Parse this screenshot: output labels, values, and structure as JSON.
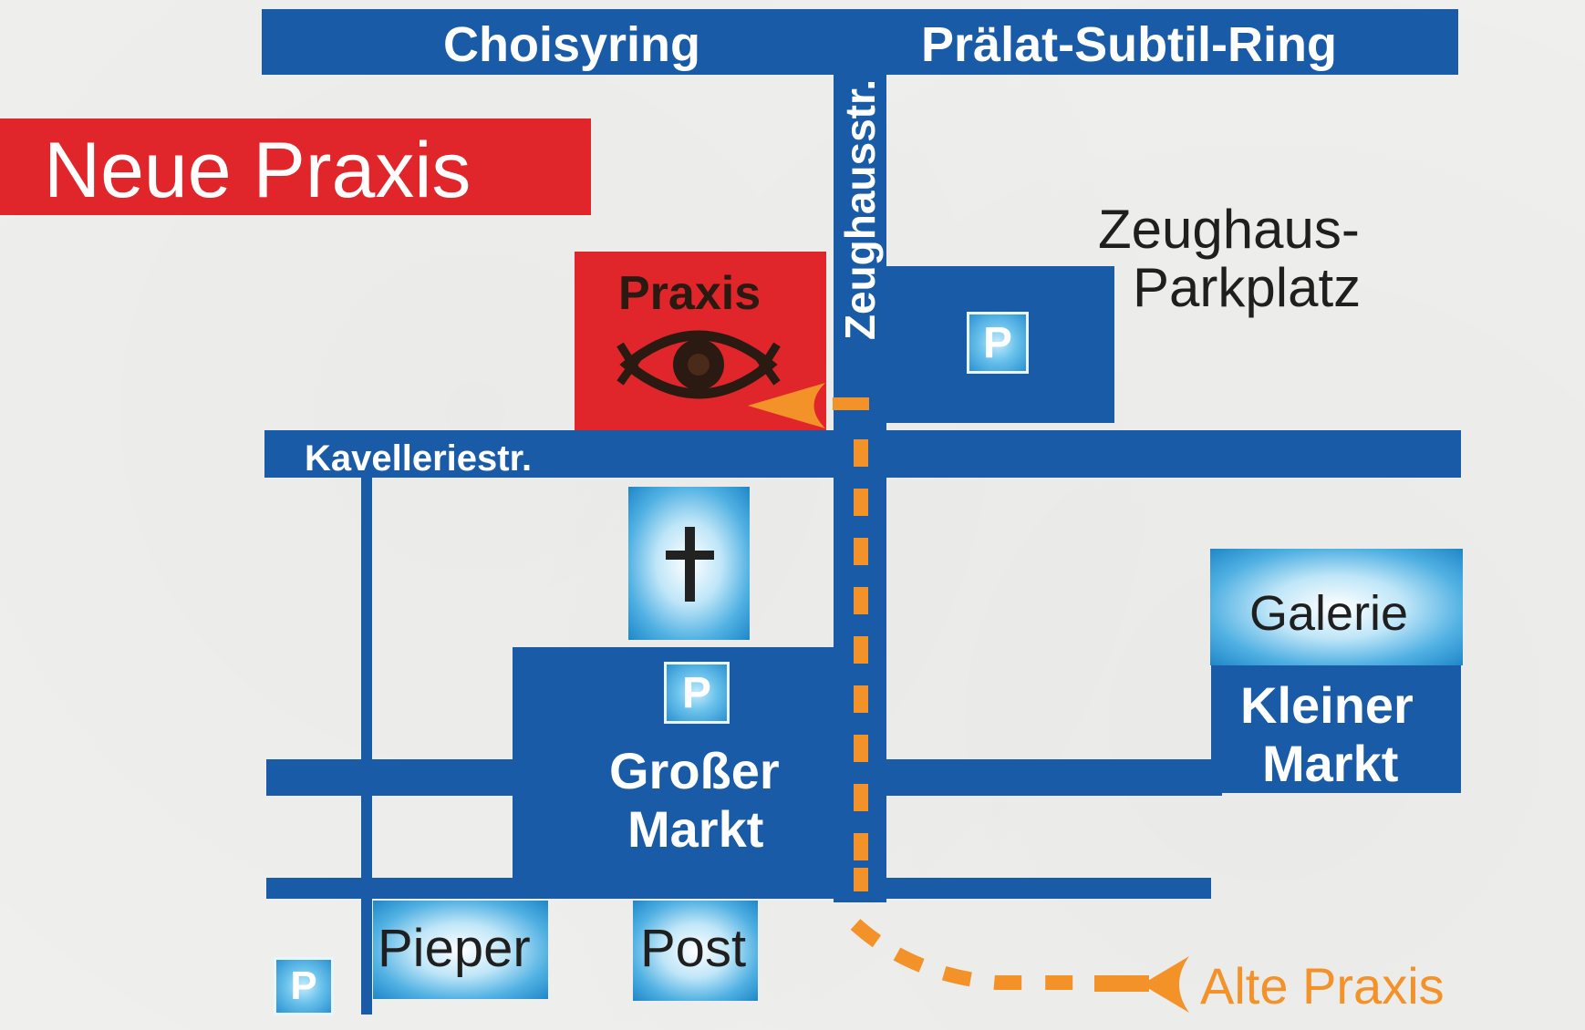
{
  "banner": {
    "title": "Neue Praxis",
    "color": "#e0262b"
  },
  "streets": {
    "top_left": "Choisyring",
    "top_right": "Prälat-Subtil-Ring",
    "vertical": "Zeughausstr.",
    "kavallerie": "Kavelleriestr."
  },
  "practice": {
    "label": "Praxis",
    "icon": "eye-icon",
    "color": "#e0262b"
  },
  "parking": {
    "zeughaus_line1": "Zeughaus-",
    "zeughaus_line2": "Parkplatz",
    "symbol": "P"
  },
  "places": {
    "church_icon": "cross-icon",
    "grosser_markt_line1": "Großer",
    "grosser_markt_line2": "Markt",
    "galerie": "Galerie",
    "kleiner_markt_line1": "Kleiner",
    "kleiner_markt_line2": "Markt",
    "pieper": "Pieper",
    "post": "Post"
  },
  "route": {
    "old_practice": "Alte Praxis",
    "color": "#f4922a"
  },
  "colors": {
    "road": "#1a5ba8",
    "accent": "#e0262b",
    "route": "#f4922a"
  }
}
